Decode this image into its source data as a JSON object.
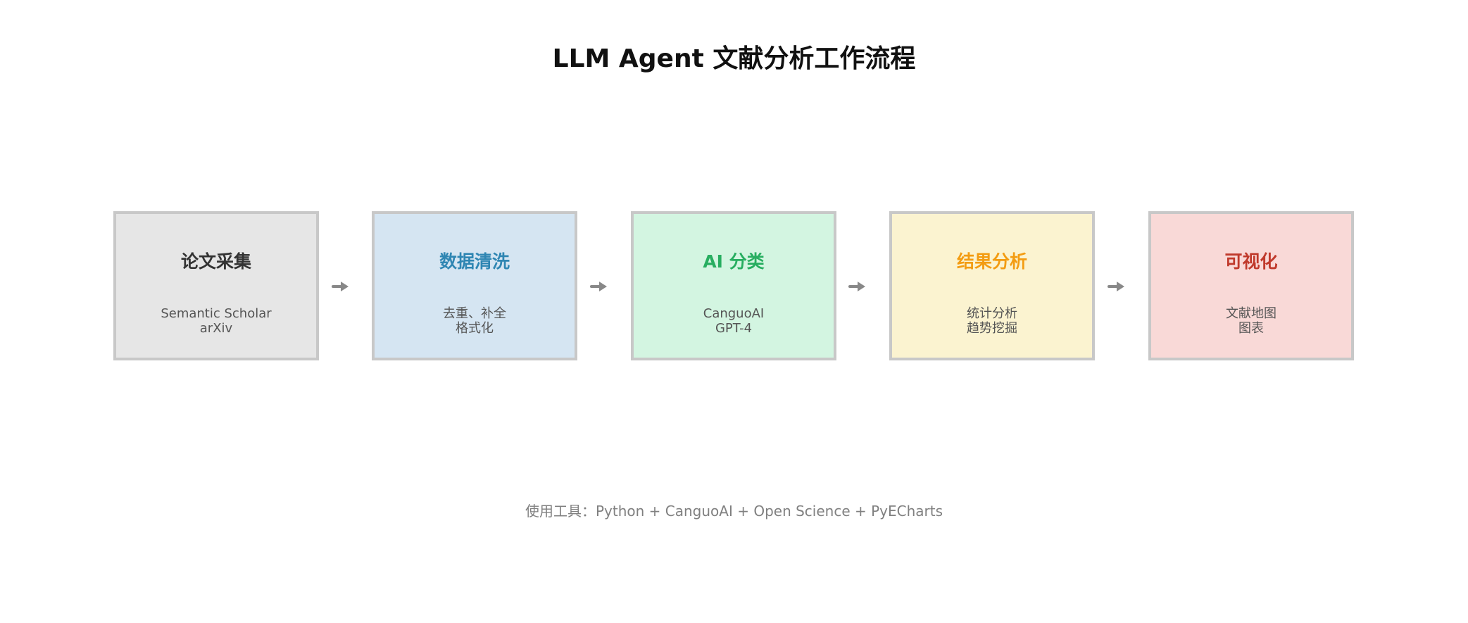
{
  "title": "LLM Agent 文献分析工作流程",
  "steps": [
    {
      "title": "论文采集",
      "lines": [
        "Semantic Scholar",
        "arXiv"
      ],
      "fill": "#e6e6e6",
      "title_color": "#333333"
    },
    {
      "title": "数据清洗",
      "lines": [
        "去重、补全",
        "格式化"
      ],
      "fill": "#d5e5f2",
      "title_color": "#2f86b3"
    },
    {
      "title": "AI 分类",
      "lines": [
        "CanguoAI",
        "GPT-4"
      ],
      "fill": "#d3f5e1",
      "title_color": "#27ae60"
    },
    {
      "title": "结果分析",
      "lines": [
        "统计分析",
        "趋势挖掘"
      ],
      "fill": "#fbf3d0",
      "title_color": "#f39c12"
    },
    {
      "title": "可视化",
      "lines": [
        "文献地图",
        "图表"
      ],
      "fill": "#f9d9d7",
      "title_color": "#c0392b"
    }
  ],
  "arrow_color": "#888888",
  "border_color": "#c8c8c8",
  "footer": "使用工具：Python + CanguoAI + Open Science + PyECharts"
}
